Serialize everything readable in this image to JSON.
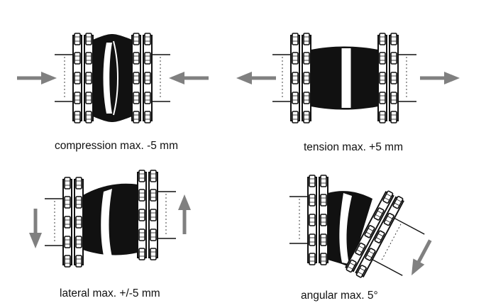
{
  "captions": {
    "compression": "compression max. -5 mm",
    "tension": "tension max. +5 mm",
    "lateral": "lateral max. +/-5 mm",
    "angular": "angular max. 5°"
  },
  "colors": {
    "ink": "#111111",
    "arrow": "#808080",
    "background": "#ffffff"
  },
  "icons": {
    "compression": "rubber-expansion-joint-compressed-icon",
    "tension": "rubber-expansion-joint-extended-icon",
    "lateral": "rubber-expansion-joint-lateral-offset-icon",
    "angular": "rubber-expansion-joint-angular-icon",
    "arrow": "movement-arrow-icon"
  }
}
